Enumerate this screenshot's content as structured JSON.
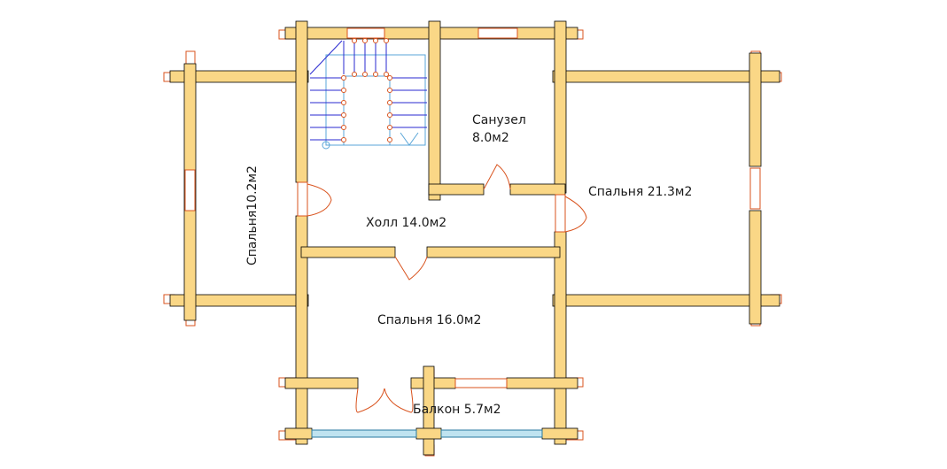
{
  "rooms": {
    "bedroom_left": {
      "name": "Спальня",
      "area": "10.2м2"
    },
    "bathroom": {
      "name": "Санузел",
      "area": "8.0м2"
    },
    "hall": {
      "name": "Холл",
      "area": "14.0м2"
    },
    "bedroom_right": {
      "name": "Спальня",
      "area": "21.3м2"
    },
    "bedroom_bottom": {
      "name": "Спальня",
      "area": "16.0м2"
    },
    "balcony": {
      "name": "Балкон",
      "area": "5.7м2"
    }
  },
  "colors": {
    "wall_fill": "#fad786",
    "wall_stroke": "#000000",
    "door_arc": "#d9531e",
    "window_frame": "#d9531e",
    "stair": "#2a2ad0",
    "stair_outline": "#5aa6d8"
  }
}
